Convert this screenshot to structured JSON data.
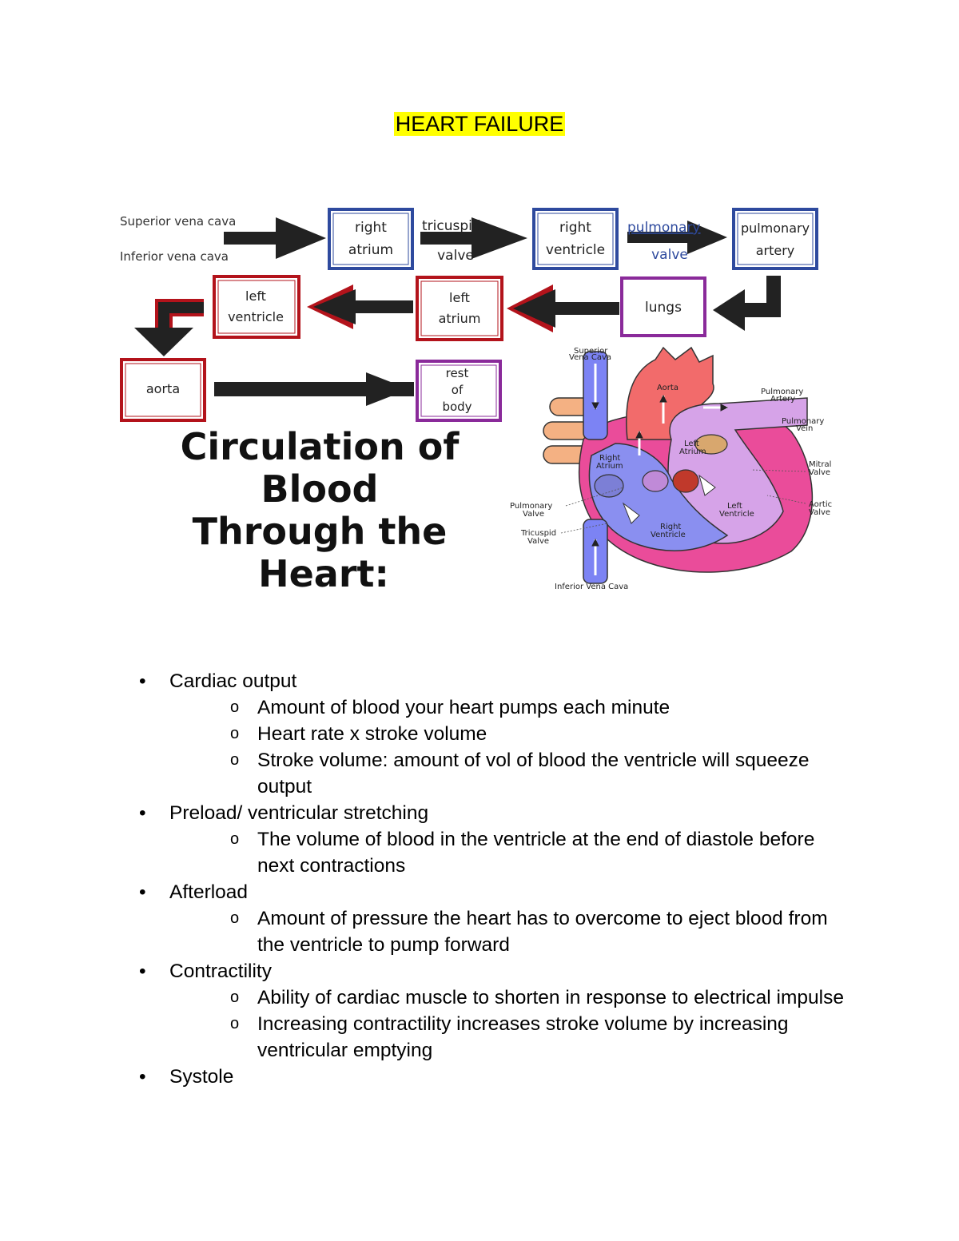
{
  "title": "HEART FAILURE",
  "flow": {
    "sup_vena_cava": "Superior vena cava",
    "inf_vena_cava": "Inferior vena cava",
    "right_atrium": [
      "right",
      "atrium"
    ],
    "tricuspid_valve": [
      "tricuspid",
      "valve"
    ],
    "right_ventricle": [
      "right",
      "ventricle"
    ],
    "pulmonary_valve": [
      "pulmonary",
      "valve"
    ],
    "pulmonary_artery": [
      "pulmonary",
      "artery"
    ],
    "lungs": "lungs",
    "left_atrium": [
      "left",
      "atrium"
    ],
    "left_ventricle": [
      "left",
      "ventricle"
    ],
    "aorta": "aorta",
    "rest_of_body": [
      "rest",
      "of",
      "body"
    ],
    "heading": [
      "Circulation of",
      "Blood",
      "Through the",
      "Heart:"
    ]
  },
  "heart_labels": {
    "superior_vena_cava": [
      "Superior",
      "Vena Cava"
    ],
    "aorta": "Aorta",
    "pulmonary_artery": [
      "Pulmonary",
      "Artery"
    ],
    "pulmonary_vein": [
      "Pulmonary",
      "Vein"
    ],
    "left_atrium": [
      "Left",
      "Atrium"
    ],
    "right_atrium": [
      "Right",
      "Atrium"
    ],
    "mitral_valve": [
      "Mitral",
      "Valve"
    ],
    "aortic_valve": [
      "Aortic",
      "Valve"
    ],
    "left_ventricle": [
      "Left",
      "Ventricle"
    ],
    "pulmonary_valve": [
      "Pulmonary",
      "Valve"
    ],
    "right_ventricle": [
      "Right",
      "Ventricle"
    ],
    "tricuspid_valve": [
      "Tricuspid",
      "Valve"
    ],
    "inferior_vena_cava": "Inferior Vena Cava"
  },
  "colors": {
    "highlight": "#ffff00",
    "right_side_box": "#2e4a9e",
    "left_side_box": "#b3131b",
    "body_box": "#8a2a9a",
    "arrow": "#222222"
  },
  "notes": [
    {
      "text": "Cardiac output",
      "subs": [
        "Amount of blood your heart pumps each minute",
        "Heart rate x stroke volume",
        "Stroke volume: amount of vol of blood the ventricle will squeeze output"
      ]
    },
    {
      "text": "Preload/ ventricular stretching",
      "subs": [
        "The volume of blood in the ventricle at the end of diastole before next contractions"
      ]
    },
    {
      "text": "Afterload",
      "subs": [
        "Amount of pressure the heart has to overcome to eject blood from the ventricle to pump forward"
      ]
    },
    {
      "text": "Contractility",
      "subs": [
        "Ability of cardiac muscle to shorten in response to electrical impulse",
        "Increasing contractility increases stroke volume by increasing ventricular emptying"
      ]
    },
    {
      "text": "Systole",
      "subs": []
    }
  ]
}
